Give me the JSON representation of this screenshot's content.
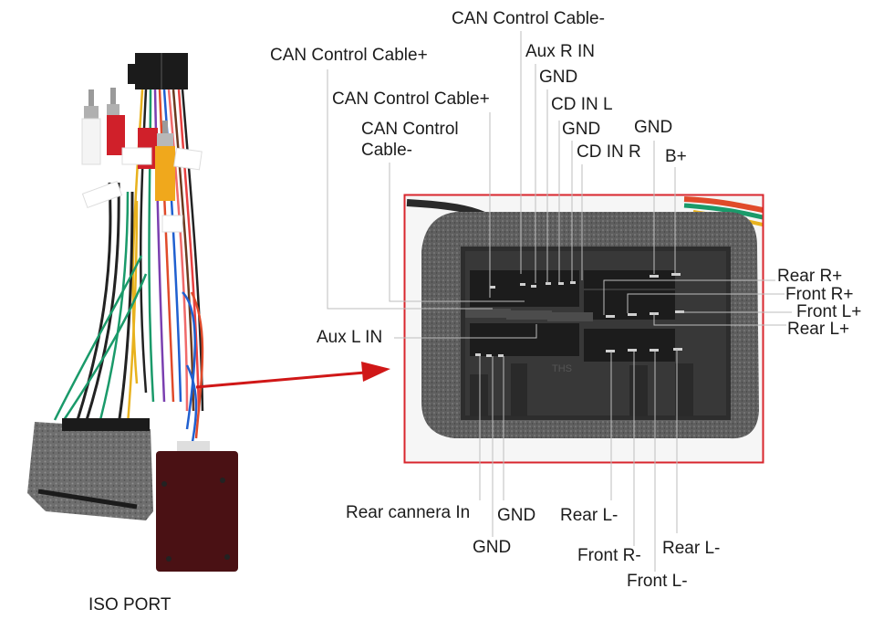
{
  "diagram": {
    "title": "ISO PORT",
    "top_labels": [
      {
        "id": "can-minus-1",
        "text": "CAN Control Cable-"
      },
      {
        "id": "can-plus-1",
        "text": "CAN Control Cable+"
      },
      {
        "id": "aux-r-in",
        "text": "Aux R IN"
      },
      {
        "id": "gnd-1",
        "text": "GND"
      },
      {
        "id": "can-plus-2",
        "text": "CAN Control Cable+"
      },
      {
        "id": "cd-in-l",
        "text": "CD IN L"
      },
      {
        "id": "can-minus-2-line1",
        "text": "CAN Control"
      },
      {
        "id": "can-minus-2-line2",
        "text": "Cable-"
      },
      {
        "id": "gnd-2",
        "text": "GND"
      },
      {
        "id": "gnd-3",
        "text": "GND"
      },
      {
        "id": "cd-in-r",
        "text": "CD IN R"
      },
      {
        "id": "b-plus",
        "text": "B+"
      }
    ],
    "right_labels": [
      {
        "id": "rear-r-plus",
        "text": "Rear R+"
      },
      {
        "id": "front-r-plus",
        "text": "Front R+"
      },
      {
        "id": "front-l-plus",
        "text": "Front L+"
      },
      {
        "id": "rear-l-plus",
        "text": "Rear L+"
      }
    ],
    "left_labels": [
      {
        "id": "aux-l-in",
        "text": "Aux L IN"
      }
    ],
    "bottom_labels": [
      {
        "id": "rear-camera-in",
        "text": "Rear cannera In"
      },
      {
        "id": "gnd-4",
        "text": "GND"
      },
      {
        "id": "gnd-5",
        "text": "GND"
      },
      {
        "id": "rear-l-minus-1",
        "text": "Rear L-"
      },
      {
        "id": "front-r-minus",
        "text": "Front R-"
      },
      {
        "id": "rear-l-minus-2",
        "text": "Rear L-"
      },
      {
        "id": "front-l-minus",
        "text": "Front L-"
      }
    ],
    "colors": {
      "highlight_frame": "#d8262d",
      "arrow": "#d01717",
      "leader_line": "#bdbdbd",
      "foam": "#6d6d6d",
      "connector": "#2b2b2b",
      "module": "#4a1114"
    }
  }
}
